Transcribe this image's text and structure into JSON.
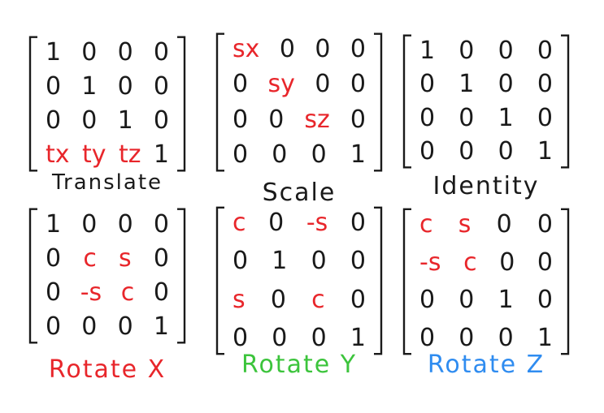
{
  "colors": {
    "ink": "#1a1a1a",
    "highlight": "#e8262b",
    "rotate_x_label": "#e8262b",
    "rotate_y_label": "#3cc43c",
    "rotate_z_label": "#2f8cf0"
  },
  "matrices": [
    {
      "id": "translate",
      "label": "Translate",
      "label_color": "ink",
      "rows": [
        [
          {
            "t": "1"
          },
          {
            "t": "0"
          },
          {
            "t": "0"
          },
          {
            "t": "0"
          }
        ],
        [
          {
            "t": "0"
          },
          {
            "t": "1"
          },
          {
            "t": "0"
          },
          {
            "t": "0"
          }
        ],
        [
          {
            "t": "0"
          },
          {
            "t": "0"
          },
          {
            "t": "1"
          },
          {
            "t": "0"
          }
        ],
        [
          {
            "t": "tx",
            "red": true
          },
          {
            "t": "ty",
            "red": true
          },
          {
            "t": "tz",
            "red": true
          },
          {
            "t": "1"
          }
        ]
      ]
    },
    {
      "id": "scale",
      "label": "Scale",
      "label_color": "ink",
      "rows": [
        [
          {
            "t": "sx",
            "red": true
          },
          {
            "t": "0"
          },
          {
            "t": "0"
          },
          {
            "t": "0"
          }
        ],
        [
          {
            "t": "0"
          },
          {
            "t": "sy",
            "red": true
          },
          {
            "t": "0"
          },
          {
            "t": "0"
          }
        ],
        [
          {
            "t": "0"
          },
          {
            "t": "0"
          },
          {
            "t": "sz",
            "red": true
          },
          {
            "t": "0"
          }
        ],
        [
          {
            "t": "0"
          },
          {
            "t": "0"
          },
          {
            "t": "0"
          },
          {
            "t": "1"
          }
        ]
      ]
    },
    {
      "id": "identity",
      "label": "Identity",
      "label_color": "ink",
      "rows": [
        [
          {
            "t": "1"
          },
          {
            "t": "0"
          },
          {
            "t": "0"
          },
          {
            "t": "0"
          }
        ],
        [
          {
            "t": "0"
          },
          {
            "t": "1"
          },
          {
            "t": "0"
          },
          {
            "t": "0"
          }
        ],
        [
          {
            "t": "0"
          },
          {
            "t": "0"
          },
          {
            "t": "1"
          },
          {
            "t": "0"
          }
        ],
        [
          {
            "t": "0"
          },
          {
            "t": "0"
          },
          {
            "t": "0"
          },
          {
            "t": "1"
          }
        ]
      ]
    },
    {
      "id": "rotx",
      "label": "Rotate X",
      "label_color": "rotate_x_label",
      "rows": [
        [
          {
            "t": "1"
          },
          {
            "t": "0"
          },
          {
            "t": "0"
          },
          {
            "t": "0"
          }
        ],
        [
          {
            "t": "0"
          },
          {
            "t": "c",
            "red": true
          },
          {
            "t": "s",
            "red": true
          },
          {
            "t": "0"
          }
        ],
        [
          {
            "t": "0"
          },
          {
            "t": "-s",
            "red": true
          },
          {
            "t": "c",
            "red": true
          },
          {
            "t": "0"
          }
        ],
        [
          {
            "t": "0"
          },
          {
            "t": "0"
          },
          {
            "t": "0"
          },
          {
            "t": "1"
          }
        ]
      ]
    },
    {
      "id": "roty",
      "label": "Rotate Y",
      "label_color": "rotate_y_label",
      "rows": [
        [
          {
            "t": "c",
            "red": true
          },
          {
            "t": "0"
          },
          {
            "t": "-s",
            "red": true
          },
          {
            "t": "0"
          }
        ],
        [
          {
            "t": "0"
          },
          {
            "t": "1"
          },
          {
            "t": "0"
          },
          {
            "t": "0"
          }
        ],
        [
          {
            "t": "s",
            "red": true
          },
          {
            "t": "0"
          },
          {
            "t": "c",
            "red": true
          },
          {
            "t": "0"
          }
        ],
        [
          {
            "t": "0"
          },
          {
            "t": "0"
          },
          {
            "t": "0"
          },
          {
            "t": "1"
          }
        ]
      ]
    },
    {
      "id": "rotz",
      "label": "Rotate Z",
      "label_color": "rotate_z_label",
      "rows": [
        [
          {
            "t": "c",
            "red": true
          },
          {
            "t": "s",
            "red": true
          },
          {
            "t": "0"
          },
          {
            "t": "0"
          }
        ],
        [
          {
            "t": "-s",
            "red": true
          },
          {
            "t": "c",
            "red": true
          },
          {
            "t": "0"
          },
          {
            "t": "0"
          }
        ],
        [
          {
            "t": "0"
          },
          {
            "t": "0"
          },
          {
            "t": "1"
          },
          {
            "t": "0"
          }
        ],
        [
          {
            "t": "0"
          },
          {
            "t": "0"
          },
          {
            "t": "0"
          },
          {
            "t": "1"
          }
        ]
      ]
    }
  ]
}
